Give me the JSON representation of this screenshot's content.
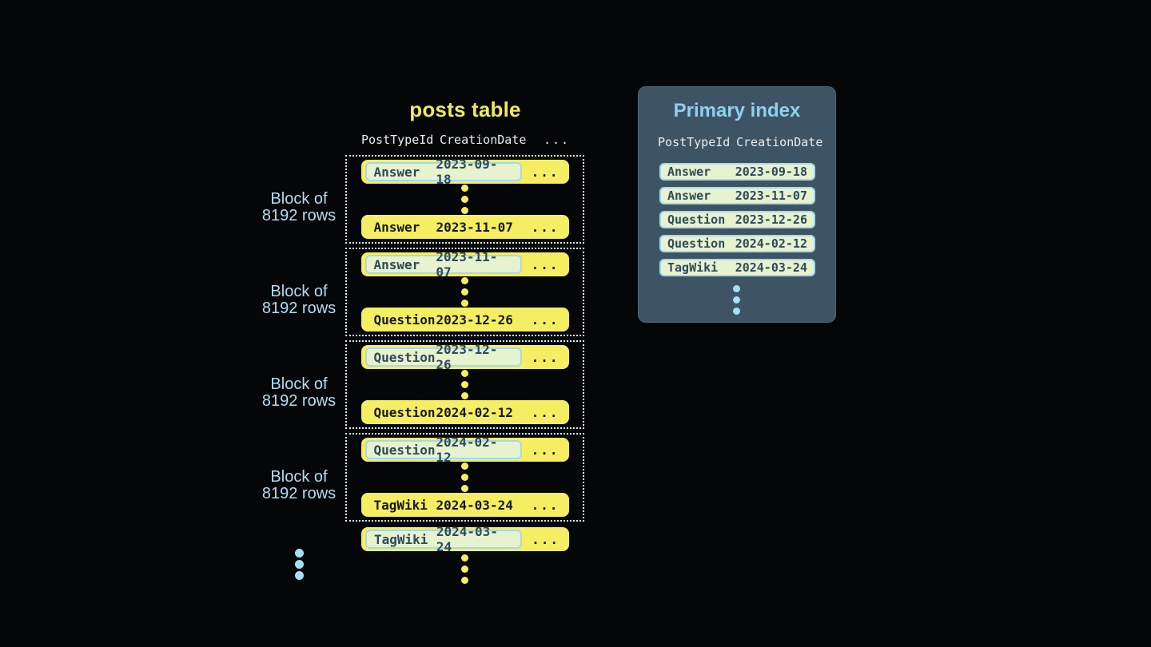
{
  "canvas": {
    "background": "#050608"
  },
  "posts_table": {
    "title": "posts table",
    "header": {
      "col1": "PostTypeId",
      "col2": "CreationDate",
      "more": "..."
    },
    "ellipsis": "...",
    "blocks": [
      {
        "label": [
          "Block of",
          "8192 rows"
        ],
        "first_row": {
          "type": "Answer",
          "date": "2023-09-18"
        },
        "last_row": {
          "type": "Answer",
          "date": "2023-11-07"
        }
      },
      {
        "label": [
          "Block of",
          "8192 rows"
        ],
        "first_row": {
          "type": "Answer",
          "date": "2023-11-07"
        },
        "last_row": {
          "type": "Question",
          "date": "2023-12-26"
        }
      },
      {
        "label": [
          "Block of",
          "8192 rows"
        ],
        "first_row": {
          "type": "Question",
          "date": "2023-12-26"
        },
        "last_row": {
          "type": "Question",
          "date": "2024-02-12"
        }
      },
      {
        "label": [
          "Block of",
          "8192 rows"
        ],
        "first_row": {
          "type": "Question",
          "date": "2024-02-12"
        },
        "last_row": {
          "type": "TagWiki",
          "date": "2024-03-24"
        }
      }
    ],
    "overflow_row": {
      "type": "TagWiki",
      "date": "2024-03-24"
    }
  },
  "primary_index": {
    "title": "Primary index",
    "header": {
      "col1": "PostTypeId",
      "col2": "CreationDate"
    },
    "rows": [
      {
        "type": "Answer",
        "date": "2023-09-18"
      },
      {
        "type": "Answer",
        "date": "2023-11-07"
      },
      {
        "type": "Question",
        "date": "2023-12-26"
      },
      {
        "type": "Question",
        "date": "2024-02-12"
      },
      {
        "type": "TagWiki",
        "date": "2024-03-24"
      }
    ]
  },
  "colors": {
    "canvas_bg": "#050608",
    "title_yellow": "#f0ea5f",
    "row_yellow": "#f5ee63",
    "row_text": "#16191d",
    "highlight_fill": "#e7f2cf",
    "highlight_border": "#a6d8ec",
    "pill_text": "#2d4a5c",
    "dotted_border": "#d8eef8",
    "label_blue": "#b3ddf0",
    "dot_blue": "#a5e0f6",
    "panel_bg": "#3e5465",
    "accent_blue": "#8ed2ed",
    "header_text": "#e9edf0"
  }
}
